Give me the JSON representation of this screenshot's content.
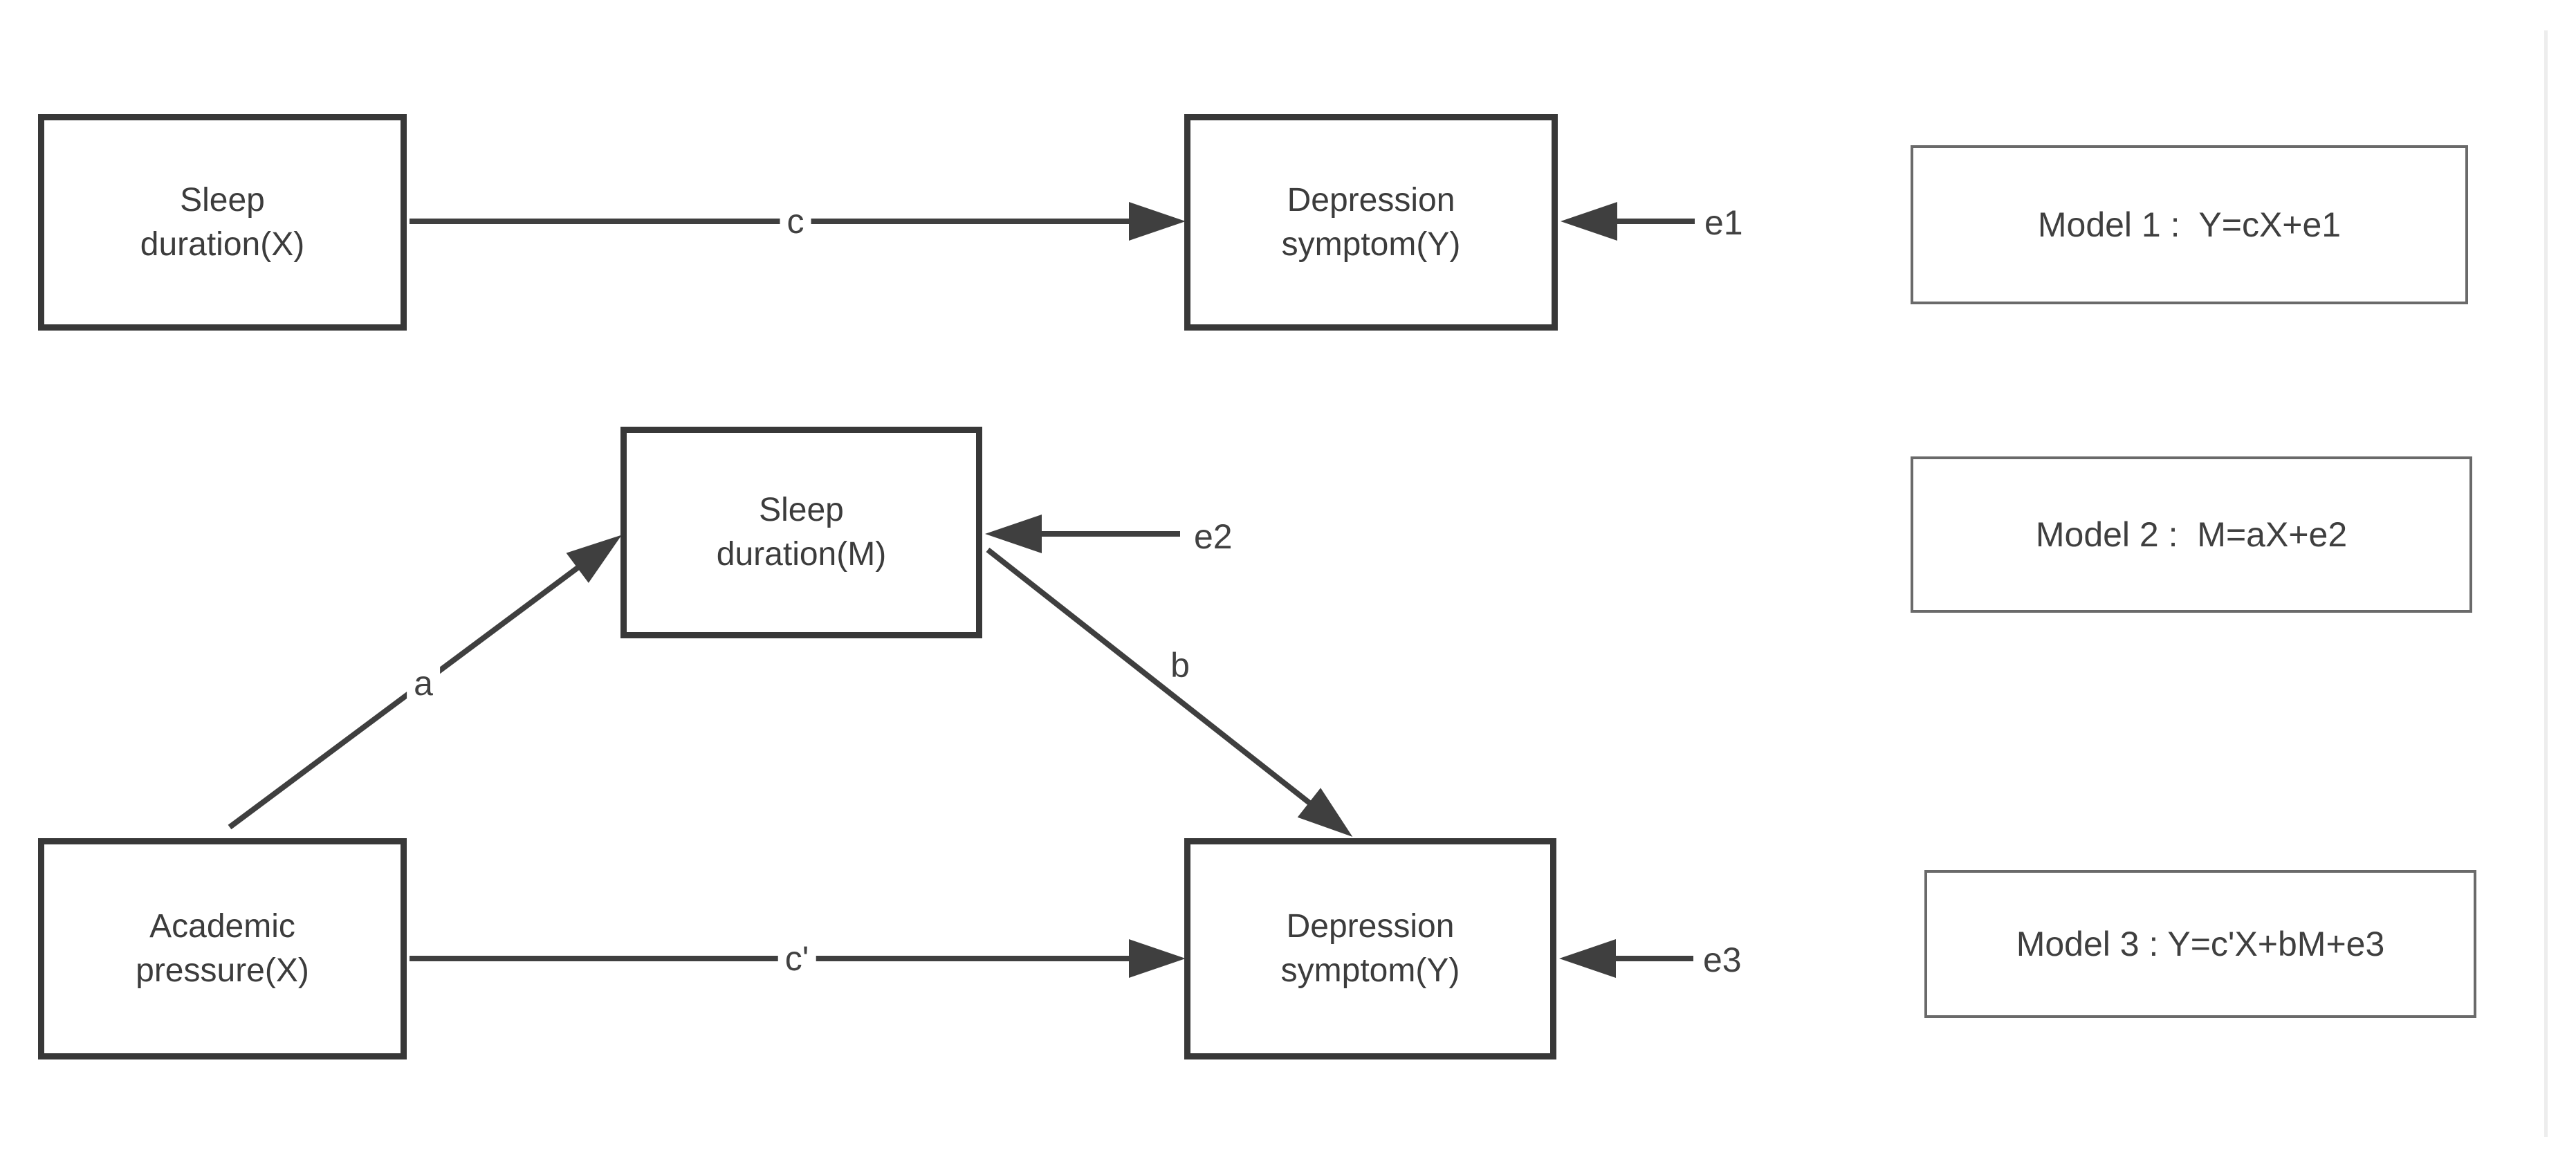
{
  "diagram": {
    "title_hint": "Mediation path models of academic pressure, sleep duration and depression symptom",
    "nodes": {
      "sleep_x": {
        "line1": "Sleep",
        "line2": "duration(X)"
      },
      "depression_y1": {
        "line1": "Depression",
        "line2": "symptom(Y)"
      },
      "sleep_m": {
        "line1": "Sleep",
        "line2": "duration(M)"
      },
      "academic_x": {
        "line1": "Academic",
        "line2": "pressure(X)"
      },
      "depression_y2": {
        "line1": "Depression",
        "line2": "symptom(Y)"
      }
    },
    "paths": {
      "c": "c",
      "a": "a",
      "b": "b",
      "c_prime": "c'"
    },
    "errors": {
      "e1": "e1",
      "e2": "e2",
      "e3": "e3"
    },
    "models": {
      "model1": "Model 1 :  Y=cX+e1",
      "model2": "Model 2 :  M=aX+e2",
      "model3": "Model 3 : Y=c'X+bM+e3"
    },
    "colors": {
      "node_border": "#383838",
      "model_border": "#6a6a6a",
      "arrow_line": "#3f3f3f",
      "text": "#3c3c3c",
      "background": "#ffffff",
      "divider_line": "#ededed"
    }
  }
}
